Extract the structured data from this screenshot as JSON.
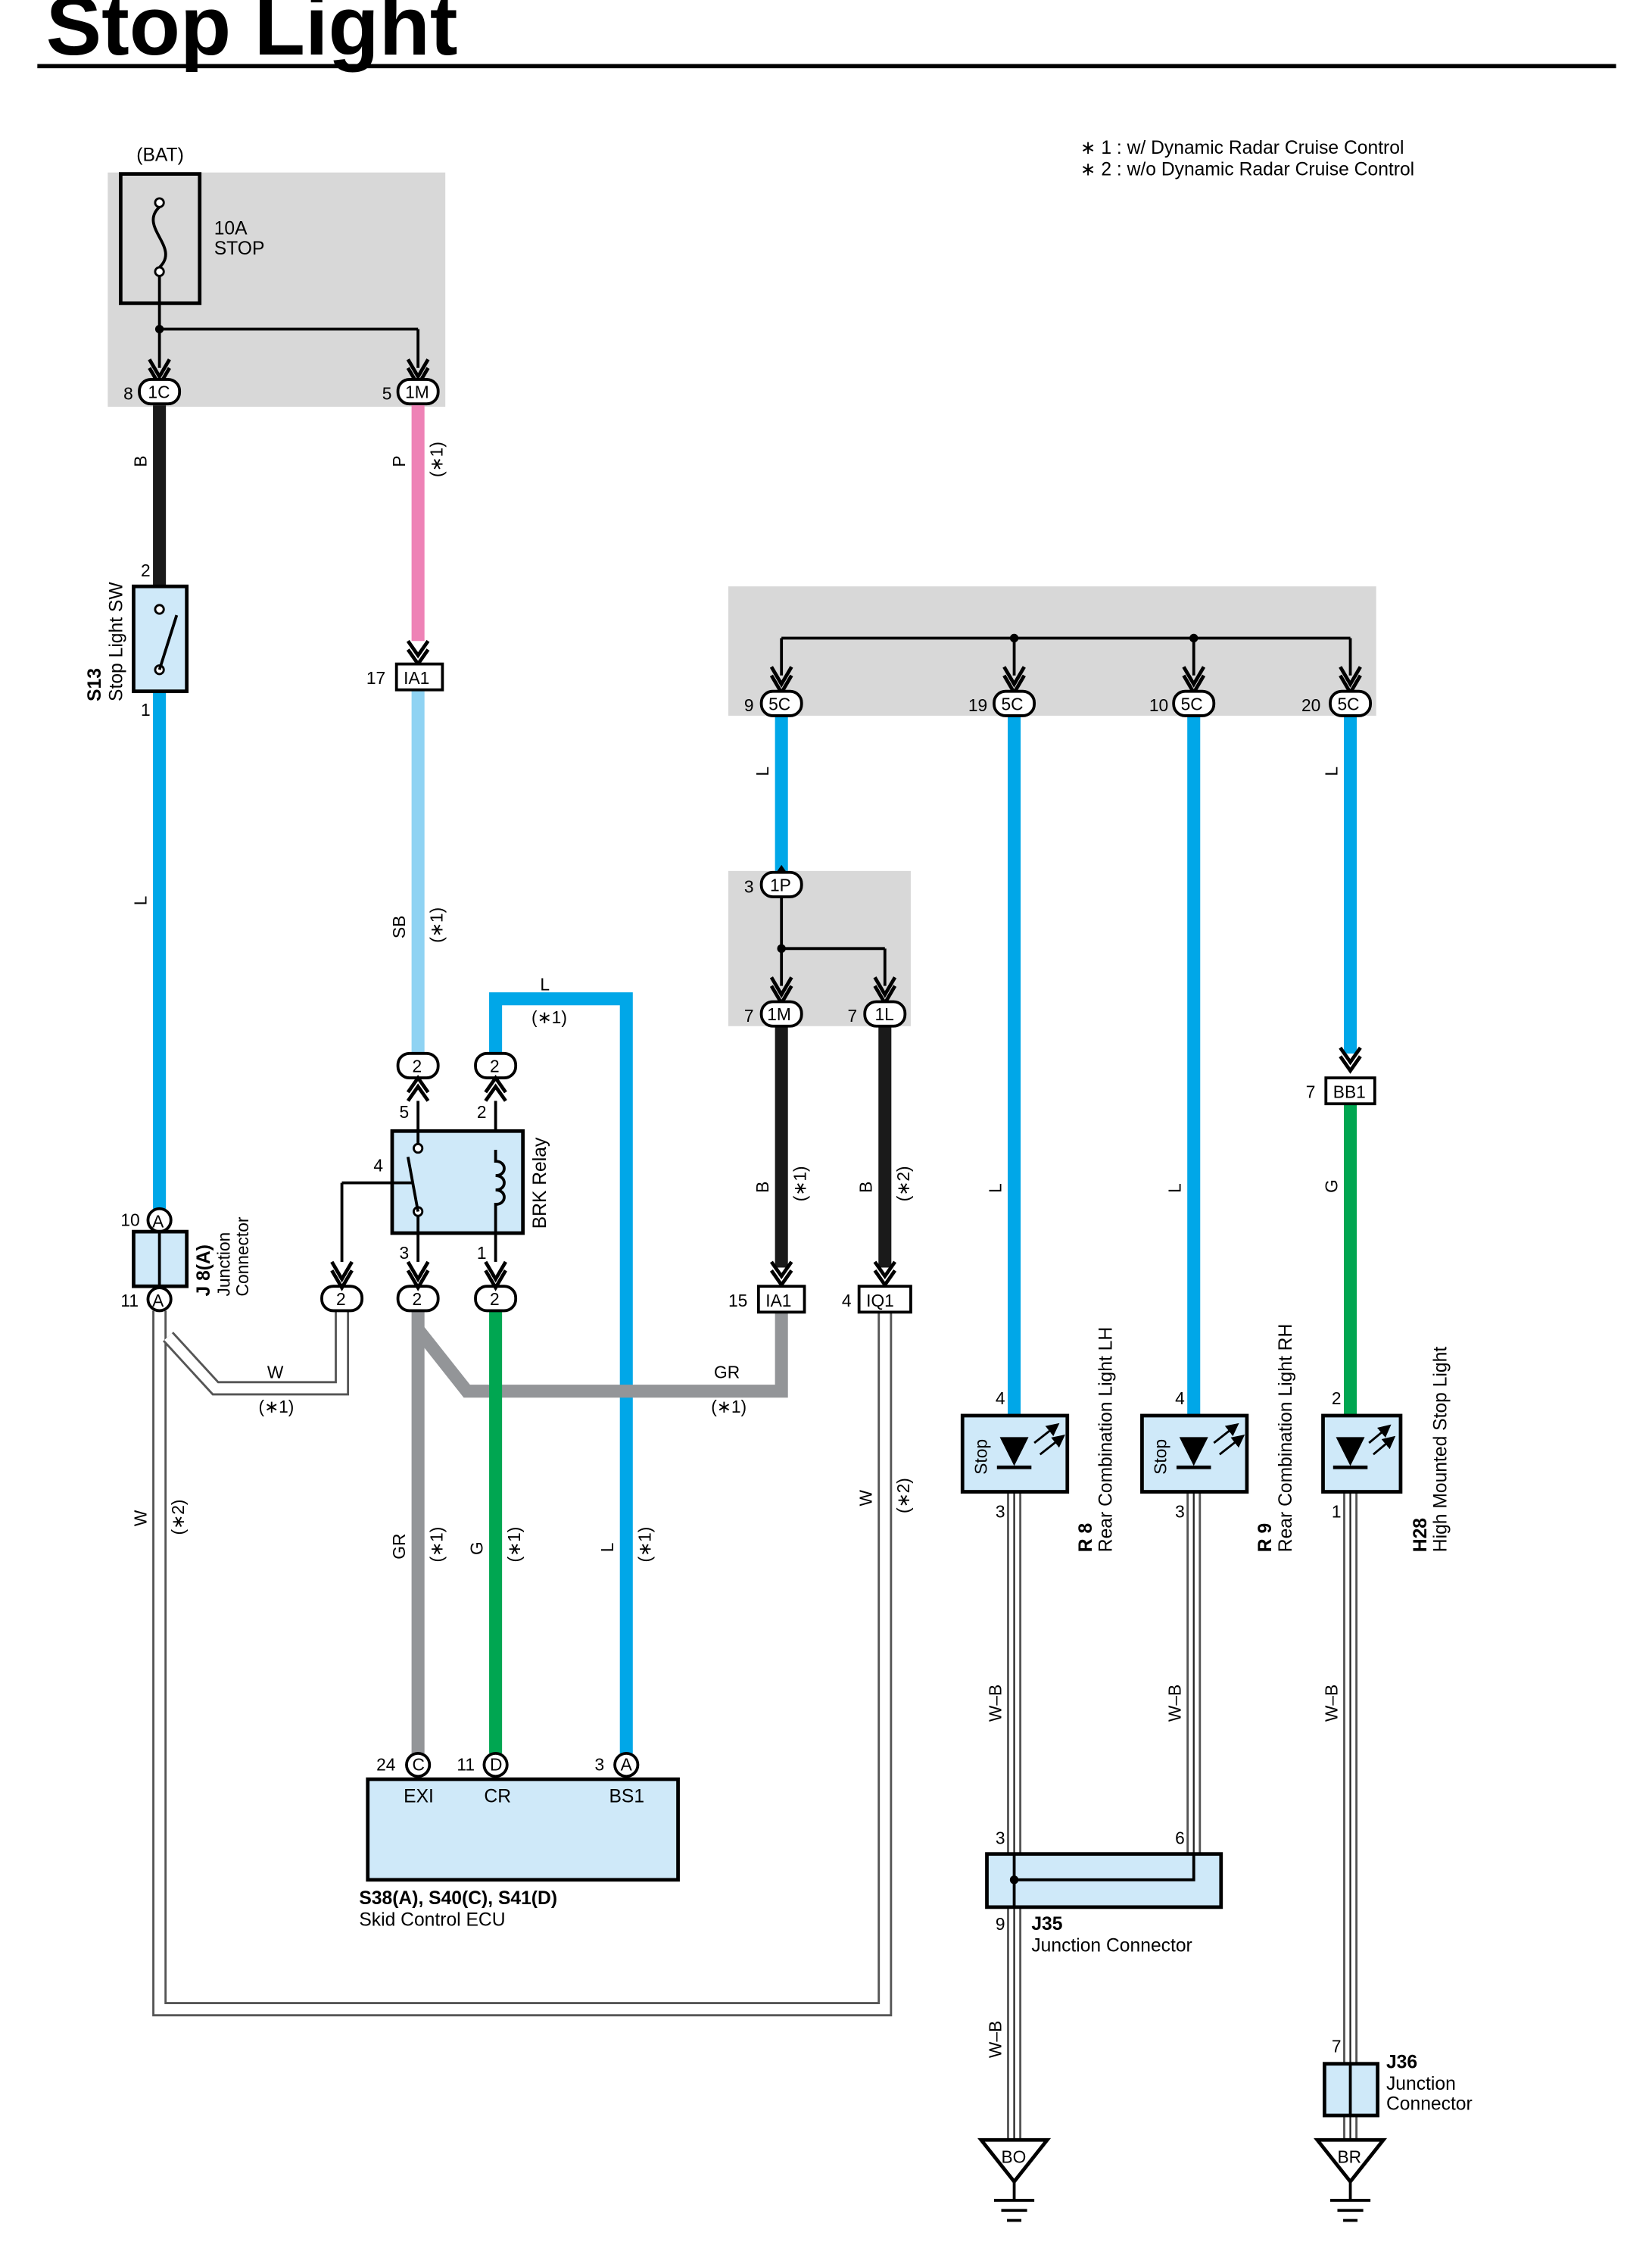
{
  "title": "Stop Light",
  "notes": [
    "∗ 1 : w/ Dynamic Radar Cruise Control",
    "∗ 2 : w/o Dynamic Radar Cruise Control"
  ],
  "bat_label": "(BAT)",
  "fuse": {
    "rating": "10A",
    "name": "STOP"
  },
  "connectors": {
    "c1C": {
      "pin": "8",
      "id": "1C"
    },
    "c1M_top": {
      "pin": "5",
      "id": "1M"
    },
    "cIA1_top": {
      "pin": "17",
      "id": "IA1"
    },
    "c5C_a": {
      "pin": "9",
      "id": "5C"
    },
    "c5C_b": {
      "pin": "19",
      "id": "5C"
    },
    "c5C_c": {
      "pin": "10",
      "id": "5C"
    },
    "c5C_d": {
      "pin": "20",
      "id": "5C"
    },
    "c1P": {
      "pin": "3",
      "id": "1P"
    },
    "c1M_mid": {
      "pin": "7",
      "id": "1M"
    },
    "c1L": {
      "pin": "7",
      "id": "1L"
    },
    "cBB1": {
      "pin": "7",
      "id": "BB1"
    },
    "cIA1_bot": {
      "pin": "15",
      "id": "IA1"
    },
    "cIQ1": {
      "pin": "4",
      "id": "IQ1"
    },
    "relay_pin": "2"
  },
  "wires": {
    "B": "B",
    "P": "P",
    "L": "L",
    "SB": "SB",
    "W": "W",
    "GR": "GR",
    "G": "G",
    "WB": "W–B",
    "n1": "(∗1)",
    "n2": "(∗2)"
  },
  "components": {
    "s13": {
      "code": "S13",
      "name": "Stop Light SW",
      "pin_top": "2",
      "pin_bot": "1"
    },
    "j8": {
      "code": "J 8(A)",
      "name1": "Junction",
      "name2": "Connector",
      "pin_top": "10",
      "pin_bot": "11",
      "letter": "A"
    },
    "relay": {
      "name": "BRK Relay",
      "p5": "5",
      "p2": "2",
      "p4": "4",
      "p3": "3",
      "p1": "1"
    },
    "ecu": {
      "codes": "S38(A), S40(C), S41(D)",
      "name": "Skid Control ECU",
      "terms": [
        {
          "pin": "24",
          "letter": "C",
          "name": "EXI"
        },
        {
          "pin": "11",
          "letter": "D",
          "name": "CR"
        },
        {
          "pin": "3",
          "letter": "A",
          "name": "BS1"
        }
      ]
    },
    "r8": {
      "code": "R 8",
      "name": "Rear Combination Light LH",
      "lamp": "Stop",
      "pin_top": "4",
      "pin_bot": "3"
    },
    "r9": {
      "code": "R 9",
      "name": "Rear Combination Light RH",
      "lamp": "Stop",
      "pin_top": "4",
      "pin_bot": "3"
    },
    "h28": {
      "code": "H28",
      "name": "High Mounted Stop Light",
      "pin_top": "2",
      "pin_bot": "1"
    },
    "j35": {
      "code": "J35",
      "name": "Junction Connector",
      "pin_l": "3",
      "pin_r": "6",
      "pin_out": "9"
    },
    "j36": {
      "code": "J36",
      "name1": "Junction",
      "name2": "Connector",
      "pin": "7"
    }
  },
  "grounds": {
    "bo": "BO",
    "br": "BR"
  },
  "colors": {
    "L": "#00a7e8",
    "SB": "#8fd3f3",
    "P": "#ee82b6",
    "G": "#00a651",
    "GR": "#939598",
    "B": "#1a1a1a",
    "W_outline": "#555555",
    "box_fill": "#cfe9f9",
    "shade": "#d8d8d8"
  }
}
